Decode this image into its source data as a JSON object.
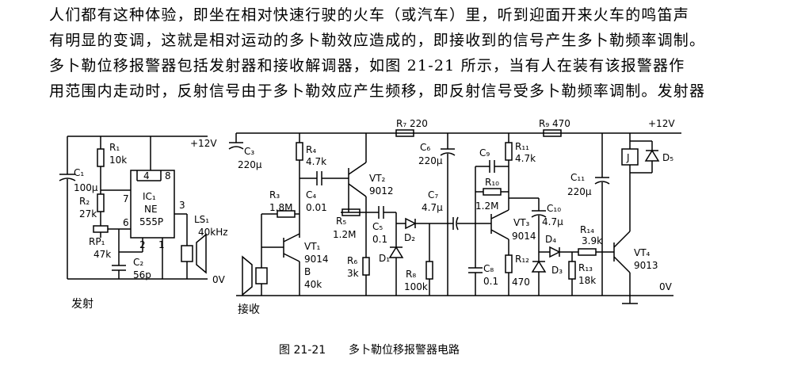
{
  "text": {
    "p1_line1": "人们都有这种体验，即坐在相对快速行驶的火车（或汽车）里，听到迎面开来火车的鸣笛声",
    "p1_line2": "有明显的变调，这就是相对运动的多卜勒效应造成的，即接收到的信号产生多卜勒频率调制。",
    "p2_line1": "多卜勒位移报警器包括发射器和接收解调器，如图 21-21 所示，当有人在装有该报警器作",
    "p2_line2": "用范围内走动时，反射信号由于多卜勒效应产生频移，即反射信号受多卜勒频率调制。发射器"
  },
  "figure": {
    "caption_num": "图 21-21",
    "caption_title": "多卜勒位移报警器电路",
    "tx_label": "发射",
    "rx_label": "接收"
  },
  "tx": {
    "vcc": "+12V",
    "gnd": "0V",
    "R1": "R₁",
    "R1_val": "10k",
    "C1": "C₁",
    "C1_val": "100μ",
    "R2": "R₂",
    "R2_val": "27k",
    "RP1": "RP₁",
    "RP1_val": "47k",
    "C2": "C₂",
    "C2_val": "56p",
    "IC1": "IC₁",
    "IC1_l2": "NE",
    "IC1_l3": "555P",
    "pin4": "4",
    "pin8": "8",
    "pin7": "7",
    "pin6": "6",
    "pin2": "2",
    "pin1": "1",
    "pin3": "3",
    "LS1": "LS₁",
    "LS1_val": "40kHz"
  },
  "rx": {
    "vcc": "+12V",
    "gnd": "0V",
    "C3": "C₃",
    "C3_val": "220μ",
    "R3": "R₃",
    "R3_val": "1.8M",
    "R4": "R₄",
    "R4_val": "4.7k",
    "C4": "C₄",
    "C4_val": "0.01",
    "VT1": "VT₁",
    "VT1_val": "9014",
    "VT1_b": "B",
    "VT1_b2": "40k",
    "VT2": "VT₂",
    "VT2_val": "9012",
    "R5": "R₅",
    "R5_val": "1.2M",
    "C5": "C₅",
    "C5_val": "0.1",
    "D1": "D₁",
    "D2": "D₂",
    "R6": "R₆",
    "R6_val": "3k",
    "R7": "R₇ 220",
    "C6": "C₆",
    "C6_val": "220μ",
    "C7": "C₇",
    "C7_val": "4.7μ",
    "R8": "R₈",
    "R8_val": "100k",
    "C8": "C₈",
    "C8_val": "0.1",
    "C9": "C₉",
    "R10": "R₁₀",
    "R10_val": "1.2M",
    "R11": "R₁₁",
    "R11_val": "4.7k",
    "VT3": "VT₃",
    "VT3_val": "9014",
    "R12": "R₁₂",
    "R12_val": "470",
    "R9": "R₉ 470",
    "C10": "C₁₀",
    "C10_val": "4.7μ",
    "D4": "D₄",
    "D3": "D₃",
    "R14": "R₁₄",
    "R14_val": "3.9k",
    "R13": "R₁₃",
    "R13_val": "18k",
    "C11": "C₁₁",
    "C11_val": "220μ",
    "J": "J",
    "D5": "D₅",
    "VT4": "VT₄",
    "VT4_val": "9013"
  }
}
